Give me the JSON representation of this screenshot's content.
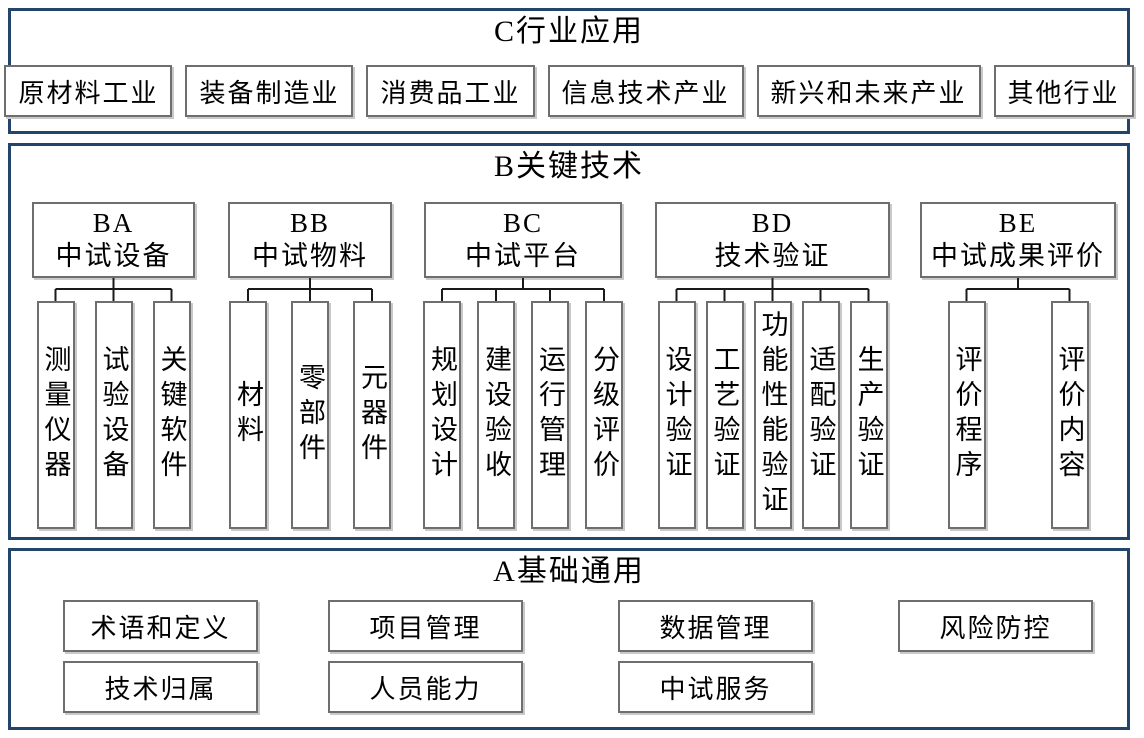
{
  "sections": {
    "industry": {
      "title": "C行业应用",
      "items": [
        "原材料工业",
        "装备制造业",
        "消费品工业",
        "信息技术产业",
        "新兴和未来产业",
        "其他行业"
      ]
    },
    "key_tech": {
      "title": "B关键技术",
      "groups": [
        {
          "code": "BA",
          "name": "中试设备",
          "children": [
            "测量仪器",
            "试验设备",
            "关键软件"
          ]
        },
        {
          "code": "BB",
          "name": "中试物料",
          "children": [
            "材料",
            "零部件",
            "元器件"
          ]
        },
        {
          "code": "BC",
          "name": "中试平台",
          "children": [
            "规划设计",
            "建设验收",
            "运行管理",
            "分级评价"
          ]
        },
        {
          "code": "BD",
          "name": "技术验证",
          "children": [
            "设计验证",
            "工艺验证",
            "功能性能验证",
            "适配验证",
            "生产验证"
          ]
        },
        {
          "code": "BE",
          "name": "中试成果评价",
          "children": [
            "评价程序",
            "评价内容"
          ]
        }
      ]
    },
    "basic": {
      "title": "A基础通用",
      "rows": [
        [
          "术语和定义",
          "项目管理",
          "数据管理",
          "风险防控"
        ],
        [
          "技术归属",
          "人员能力",
          "中试服务"
        ]
      ]
    }
  },
  "colors": {
    "panel_border": "#24456b",
    "box_border": "#6e6e6e",
    "box_shadow": "#c9c9c9",
    "connector": "#1a1a1a",
    "text": "#000000",
    "background": "#ffffff"
  }
}
